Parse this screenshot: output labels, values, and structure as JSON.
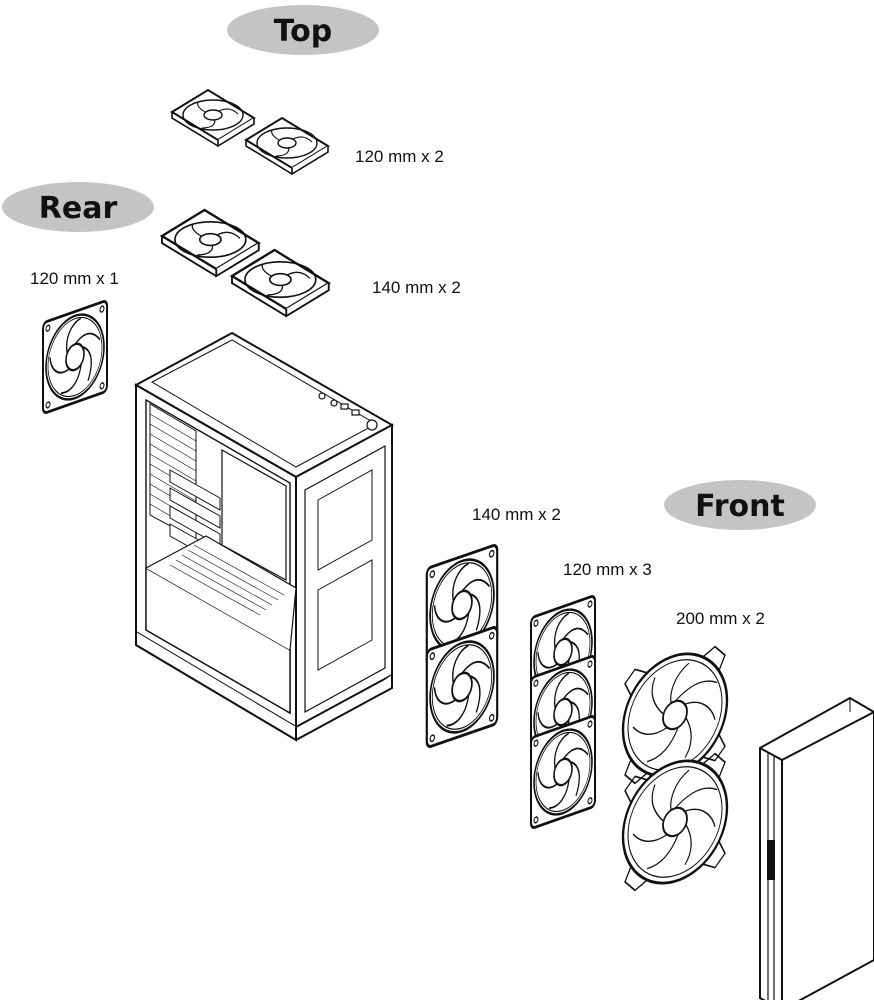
{
  "sections": {
    "top": {
      "title": "Top",
      "fans_label": "120 mm x 2"
    },
    "rear": {
      "title": "Rear",
      "fans_label": "120 mm x 1"
    },
    "top_second": {
      "fans_label": "140 mm x 2"
    },
    "front": {
      "title": "Front",
      "fans_140": "140 mm x 2",
      "fans_120": "120 mm x 3",
      "fans_200": "200 mm x 2"
    }
  },
  "colors": {
    "pill_fill": "#c4c4c4",
    "line": "#111111",
    "text": "#111111"
  }
}
